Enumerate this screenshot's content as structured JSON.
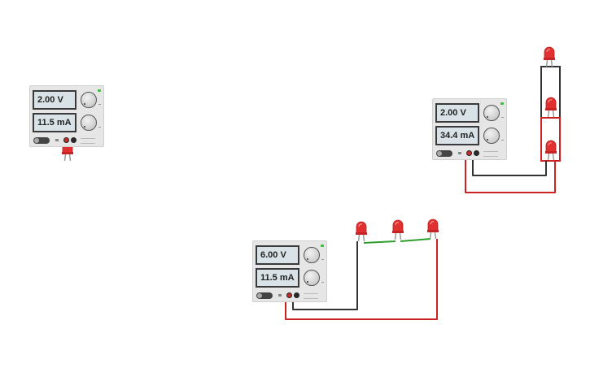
{
  "power_supplies": [
    {
      "id": "psu-1",
      "voltage": "2.00 V",
      "current": "11.5 mA"
    },
    {
      "id": "psu-2",
      "voltage": "2.00 V",
      "current": "34.4 mA"
    },
    {
      "id": "psu-3",
      "voltage": "6.00 V",
      "current": "11.5 mA"
    }
  ],
  "colors": {
    "wire_positive": "#cc2222",
    "wire_negative": "#333333",
    "wire_link": "#2e9e2e",
    "led": "#e03030",
    "led_lead": "#9a9a9a"
  },
  "leds": {
    "count": 7,
    "color_name": "red"
  }
}
